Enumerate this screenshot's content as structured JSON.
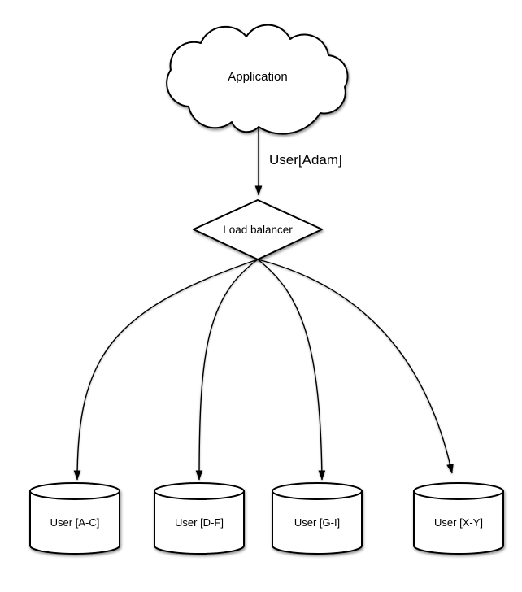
{
  "diagram": {
    "type": "sharding-load-balancer-flow",
    "background": "#ffffff",
    "colors": {
      "stroke": "#000000",
      "node_fill": "#ffffff",
      "text": "#000000"
    },
    "nodes": {
      "application": {
        "label": "Application",
        "shape": "cloud"
      },
      "load_balancer": {
        "label": "Load balancer",
        "shape": "diamond"
      },
      "shards": [
        {
          "label": "User [A-C]",
          "shape": "cylinder"
        },
        {
          "label": "User [D-F]",
          "shape": "cylinder"
        },
        {
          "label": "User [G-I]",
          "shape": "cylinder"
        },
        {
          "label": "User [X-Y]",
          "shape": "cylinder"
        }
      ]
    },
    "edges": {
      "app_to_lb": {
        "from": "application",
        "to": "load_balancer",
        "label": "User[Adam]"
      },
      "lb_to_shards": [
        {
          "from": "load_balancer",
          "to": "shards.0",
          "label": ""
        },
        {
          "from": "load_balancer",
          "to": "shards.1",
          "label": ""
        },
        {
          "from": "load_balancer",
          "to": "shards.2",
          "label": ""
        },
        {
          "from": "load_balancer",
          "to": "shards.3",
          "label": ""
        }
      ]
    }
  }
}
